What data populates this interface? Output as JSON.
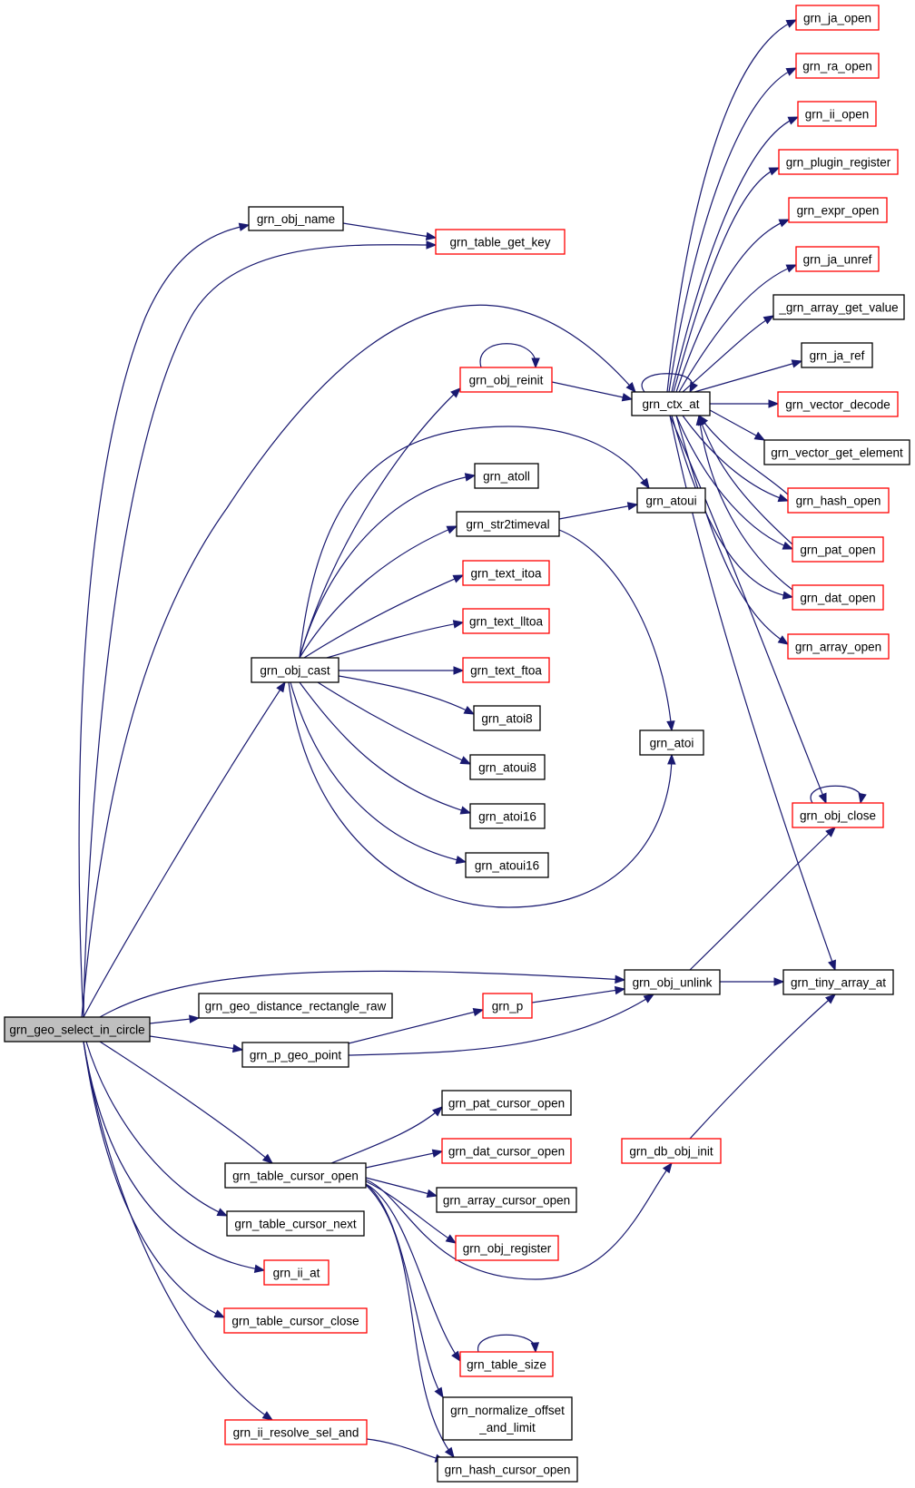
{
  "colors": {
    "edge": "#191970",
    "root_fill": "#bfbfbf",
    "linked_border": "#000000",
    "incomplete_border": "#ff0000",
    "node_fill": "#ffffff"
  },
  "nodes": [
    {
      "id": "root",
      "label": "grn_geo_select_in_circle",
      "kind": "root"
    },
    {
      "id": "obj_name",
      "label": "grn_obj_name",
      "kind": "linked"
    },
    {
      "id": "table_get_key",
      "label": "grn_table_get_key",
      "kind": "incomplete"
    },
    {
      "id": "obj_reinit",
      "label": "grn_obj_reinit",
      "kind": "incomplete"
    },
    {
      "id": "ctx_at",
      "label": "grn_ctx_at",
      "kind": "linked"
    },
    {
      "id": "atoll",
      "label": "grn_atoll",
      "kind": "linked"
    },
    {
      "id": "str2timeval",
      "label": "grn_str2timeval",
      "kind": "linked"
    },
    {
      "id": "atoui",
      "label": "grn_atoui",
      "kind": "linked"
    },
    {
      "id": "text_itoa",
      "label": "grn_text_itoa",
      "kind": "incomplete"
    },
    {
      "id": "text_lltoa",
      "label": "grn_text_lltoa",
      "kind": "incomplete"
    },
    {
      "id": "obj_cast",
      "label": "grn_obj_cast",
      "kind": "linked"
    },
    {
      "id": "text_ftoa",
      "label": "grn_text_ftoa",
      "kind": "incomplete"
    },
    {
      "id": "atoi8",
      "label": "grn_atoi8",
      "kind": "linked"
    },
    {
      "id": "atoi",
      "label": "grn_atoi",
      "kind": "linked"
    },
    {
      "id": "atoui8",
      "label": "grn_atoui8",
      "kind": "linked"
    },
    {
      "id": "atoi16",
      "label": "grn_atoi16",
      "kind": "linked"
    },
    {
      "id": "atoui16",
      "label": "grn_atoui16",
      "kind": "linked"
    },
    {
      "id": "ja_open",
      "label": "grn_ja_open",
      "kind": "incomplete"
    },
    {
      "id": "ra_open",
      "label": "grn_ra_open",
      "kind": "incomplete"
    },
    {
      "id": "ii_open",
      "label": "grn_ii_open",
      "kind": "incomplete"
    },
    {
      "id": "plugin_register",
      "label": "grn_plugin_register",
      "kind": "incomplete"
    },
    {
      "id": "expr_open",
      "label": "grn_expr_open",
      "kind": "incomplete"
    },
    {
      "id": "ja_unref",
      "label": "grn_ja_unref",
      "kind": "incomplete"
    },
    {
      "id": "array_get_value",
      "label": "_grn_array_get_value",
      "kind": "linked"
    },
    {
      "id": "ja_ref",
      "label": "grn_ja_ref",
      "kind": "linked"
    },
    {
      "id": "vector_decode",
      "label": "grn_vector_decode",
      "kind": "incomplete"
    },
    {
      "id": "vector_get_element",
      "label": "grn_vector_get_element",
      "kind": "linked"
    },
    {
      "id": "hash_open",
      "label": "grn_hash_open",
      "kind": "incomplete"
    },
    {
      "id": "pat_open",
      "label": "grn_pat_open",
      "kind": "incomplete"
    },
    {
      "id": "dat_open",
      "label": "grn_dat_open",
      "kind": "incomplete"
    },
    {
      "id": "array_open",
      "label": "grn_array_open",
      "kind": "incomplete"
    },
    {
      "id": "obj_close",
      "label": "grn_obj_close",
      "kind": "incomplete"
    },
    {
      "id": "obj_unlink",
      "label": "grn_obj_unlink",
      "kind": "linked"
    },
    {
      "id": "tiny_array_at",
      "label": "grn_tiny_array_at",
      "kind": "linked"
    },
    {
      "id": "geo_distance",
      "label": "grn_geo_distance_rectangle_raw",
      "kind": "linked"
    },
    {
      "id": "grn_p",
      "label": "grn_p",
      "kind": "incomplete"
    },
    {
      "id": "p_geo_point",
      "label": "grn_p_geo_point",
      "kind": "linked"
    },
    {
      "id": "pat_cursor_open",
      "label": "grn_pat_cursor_open",
      "kind": "linked"
    },
    {
      "id": "dat_cursor_open",
      "label": "grn_dat_cursor_open",
      "kind": "incomplete"
    },
    {
      "id": "db_obj_init",
      "label": "grn_db_obj_init",
      "kind": "incomplete"
    },
    {
      "id": "table_cursor_open",
      "label": "grn_table_cursor_open",
      "kind": "linked"
    },
    {
      "id": "array_cursor_open",
      "label": "grn_array_cursor_open",
      "kind": "linked"
    },
    {
      "id": "table_cursor_next",
      "label": "grn_table_cursor_next",
      "kind": "linked"
    },
    {
      "id": "obj_register",
      "label": "grn_obj_register",
      "kind": "incomplete"
    },
    {
      "id": "ii_at",
      "label": "grn_ii_at",
      "kind": "incomplete"
    },
    {
      "id": "table_cursor_close",
      "label": "grn_table_cursor_close",
      "kind": "incomplete"
    },
    {
      "id": "table_size",
      "label": "grn_table_size",
      "kind": "incomplete"
    },
    {
      "id": "normalize_offset",
      "label": "grn_normalize_offset",
      "label2": "_and_limit",
      "kind": "linked"
    },
    {
      "id": "ii_resolve_sel_and",
      "label": "grn_ii_resolve_sel_and",
      "kind": "incomplete"
    },
    {
      "id": "hash_cursor_open",
      "label": "grn_hash_cursor_open",
      "kind": "linked"
    }
  ]
}
